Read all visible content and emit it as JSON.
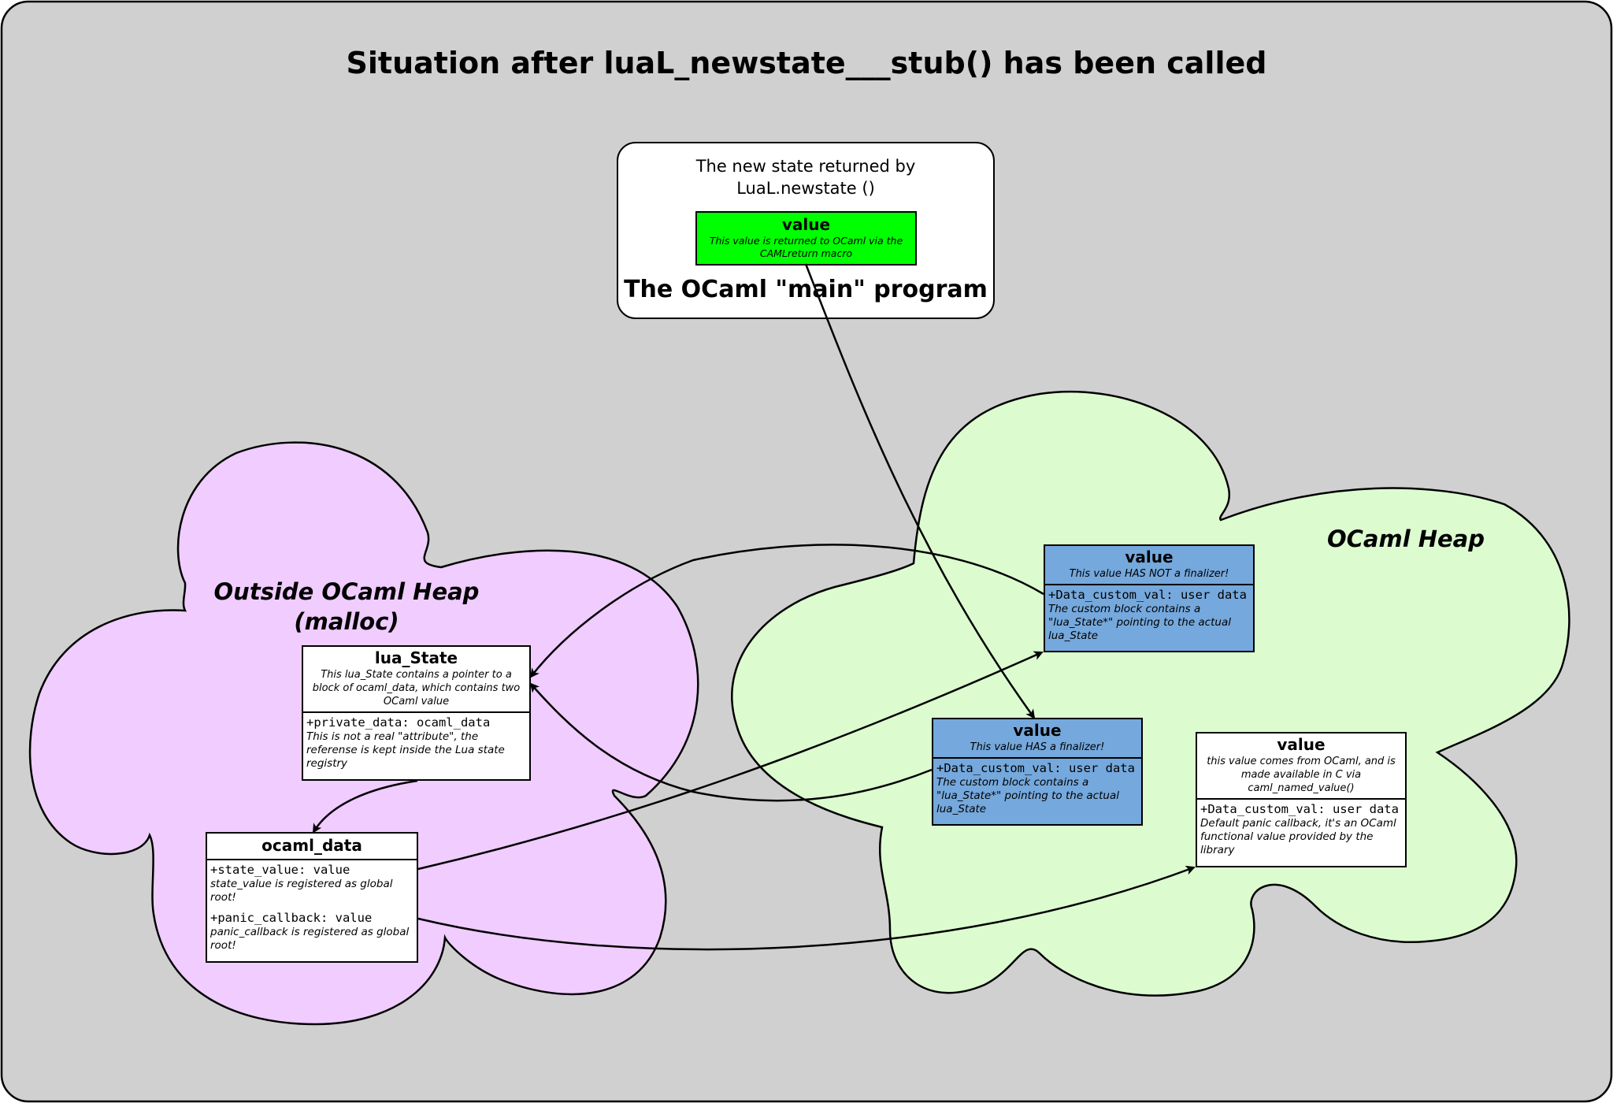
{
  "title": "Situation after luaL_newstate___stub() has been called",
  "main_program": {
    "caption_line1": "The new state returned by",
    "caption_line2": "LuaL.newstate ()",
    "label": "The OCaml \"main\" program",
    "value_box": {
      "name": "value",
      "note": "This value is returned to OCaml via the CAMLreturn macro"
    }
  },
  "outside_heap": {
    "label_line1": "Outside OCaml Heap",
    "label_line2": "(malloc)"
  },
  "ocaml_heap": {
    "label": "OCaml Heap"
  },
  "lua_state": {
    "name": "lua_State",
    "note": "This lua_State contains a pointer to a block of ocaml_data, which contains two OCaml value",
    "attr": "+private_data: ocaml_data",
    "attr_note": "This is not a real \"attribute\", the referense is kept inside the Lua state registry"
  },
  "ocaml_data": {
    "name": "ocaml_data",
    "attr1": "+state_value: value",
    "attr1_note": "state_value is registered as global root!",
    "attr2": "+panic_callback: value",
    "attr2_note": "panic_callback is registered as global root!"
  },
  "value_no_finalizer": {
    "name": "value",
    "note": "This value HAS NOT a finalizer!",
    "attr": "+Data_custom_val: user data",
    "attr_note": "The custom block contains a \"lua_State*\" pointing to the actual lua_State"
  },
  "value_finalizer": {
    "name": "value",
    "note": "This value HAS a finalizer!",
    "attr": "+Data_custom_val: user data",
    "attr_note": "The custom block contains a \"lua_State*\" pointing to the actual lua_State"
  },
  "value_panic": {
    "name": "value",
    "note": "this value comes from OCaml, and is made available in C via caml_named_value()",
    "attr": "+Data_custom_val: user data",
    "attr_note": "Default panic callback, it's an OCaml functional value provided by the library"
  },
  "colors": {
    "background": "#d0d0d0",
    "outside_heap_cloud": "#f0ccff",
    "ocaml_heap_cloud": "#dcfcd0",
    "value_blue": "#75a8dc",
    "value_green": "#00ff00"
  }
}
